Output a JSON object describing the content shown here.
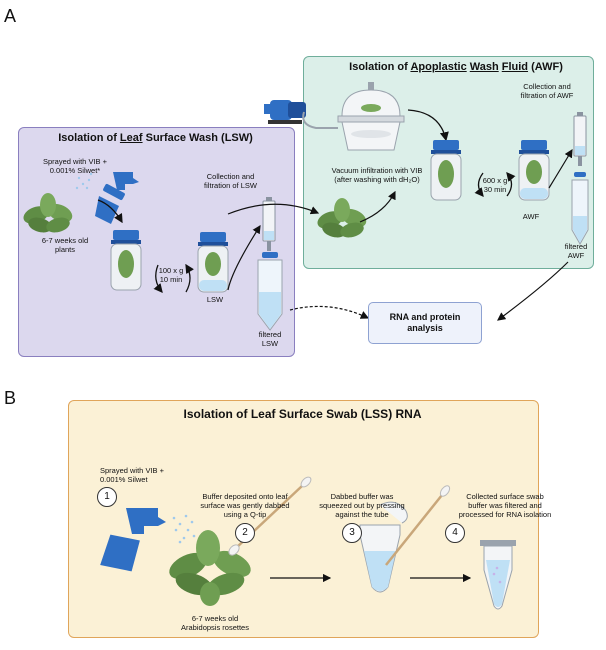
{
  "panel_a": {
    "letter": "A",
    "lsw": {
      "title_pre": "Isolation of ",
      "title_u": "Leaf",
      "title_mid": " ",
      "title_u2": "Surface",
      "title_mid2": " ",
      "title_u3": "Wash",
      "title_post": " (LSW)",
      "sprayed": "Sprayed with VIB +\n0.001% Silwet*",
      "plants": "6-7 weeks old\nplants",
      "spin": "100 x g\n10 min",
      "collection": "Collection and\nfiltration of LSW",
      "lsw_label": "LSW",
      "filtered": "filtered\nLSW"
    },
    "awf": {
      "title_pre": "Isolation of ",
      "title_u": "Apoplastic",
      "title_mid": " ",
      "title_u2": "Wash",
      "title_mid2": " ",
      "title_u3": "Fluid",
      "title_post": " (AWF)",
      "vacuum": "Vacuum infiltration with VIB\n(after washing with dH₂O)",
      "spin": "600 x g\n30 min",
      "collection": "Collection and\nfiltration of AWF",
      "awf_label": "AWF",
      "filtered": "filtered\nAWF"
    },
    "rna_box": "RNA and protein\nanalysis"
  },
  "panel_b": {
    "letter": "B",
    "title": "Isolation of Leaf Surface Swab (LSS) RNA",
    "sprayed": "Sprayed with VIB +\n0.001% Silwet",
    "step_numbers": [
      "1",
      "2",
      "3",
      "4"
    ],
    "step2": "Buffer deposited onto leaf\nsurface was gently dabbed\nusing a Q-tip",
    "step3": "Dabbed buffer was\nsqueezed out by pressing\nagainst the tube",
    "step4": "Collected surface swab\nbuffer was filtered and\nprocessed for RNA isolation",
    "rosettes": "6-7 weeks old\nArabidopsis rosettes"
  },
  "colors": {
    "lsw_fill": "#dcd8ee",
    "lsw_border": "#8a7fbf",
    "awf_fill": "#dcefe9",
    "awf_border": "#6fae9b",
    "lss_fill": "#fbf1d6",
    "lss_border": "#e0a55a",
    "plant": "#5f8d45",
    "sprayer": "#2f6fc4",
    "liquid": "#bfe0f5"
  }
}
